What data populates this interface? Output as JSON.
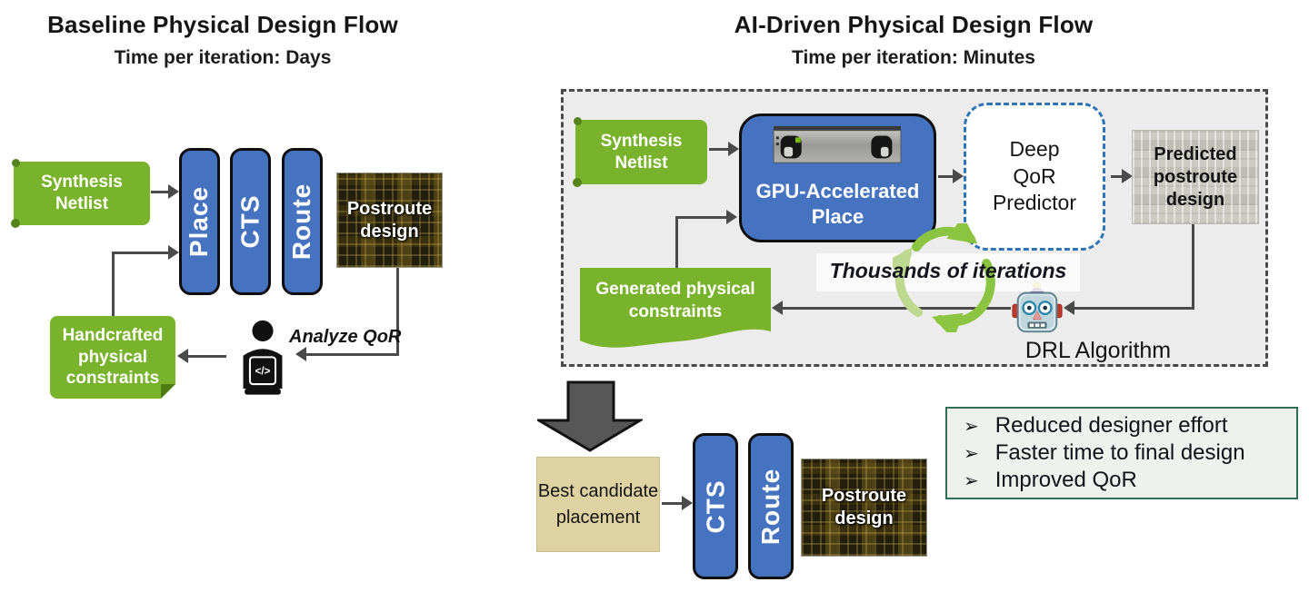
{
  "left_flow": {
    "title": "Baseline Physical Design Flow",
    "subtitle": "Time per iteration: Days",
    "synthesis_netlist_label": "Synthesis Netlist",
    "stages": [
      "Place",
      "CTS",
      "Route"
    ],
    "postroute_label": "Postroute design",
    "handcrafted_label": "Handcrafted physical constraints",
    "analyze_qor_label": "Analyze QoR",
    "laptop_glyph": "</>"
  },
  "right_flow": {
    "title": "AI-Driven Physical Design Flow",
    "subtitle": "Time per iteration: Minutes",
    "synthesis_netlist_label": "Synthesis Netlist",
    "gpu_place_label": "GPU-Accelerated Place",
    "qor_predictor_lines": [
      "Deep",
      "QoR",
      "Predictor"
    ],
    "predicted_postroute_label": "Predicted postroute design",
    "iterations_label": "Thousands of iterations",
    "drl_label": "DRL Algorithm",
    "generated_constraints_label": "Generated physical constraints"
  },
  "bottom_flow": {
    "best_candidate_label": "Best candidate placement",
    "stages": [
      "CTS",
      "Route"
    ],
    "postroute_label": "Postroute design"
  },
  "benefits": {
    "bullet_glyph": "➢",
    "items": [
      "Reduced designer effort",
      "Faster time to final design",
      "Improved QoR"
    ]
  },
  "colors": {
    "nvidia_green": "#79b32c",
    "flow_blue": "#4673c0",
    "arrow_gray": "#4a4a4a",
    "panel_gray": "#ececec",
    "predictor_dashed_blue": "#2e75b6",
    "benefits_border_green": "#2e6e55",
    "candidate_tan": "#dfd2a2"
  }
}
